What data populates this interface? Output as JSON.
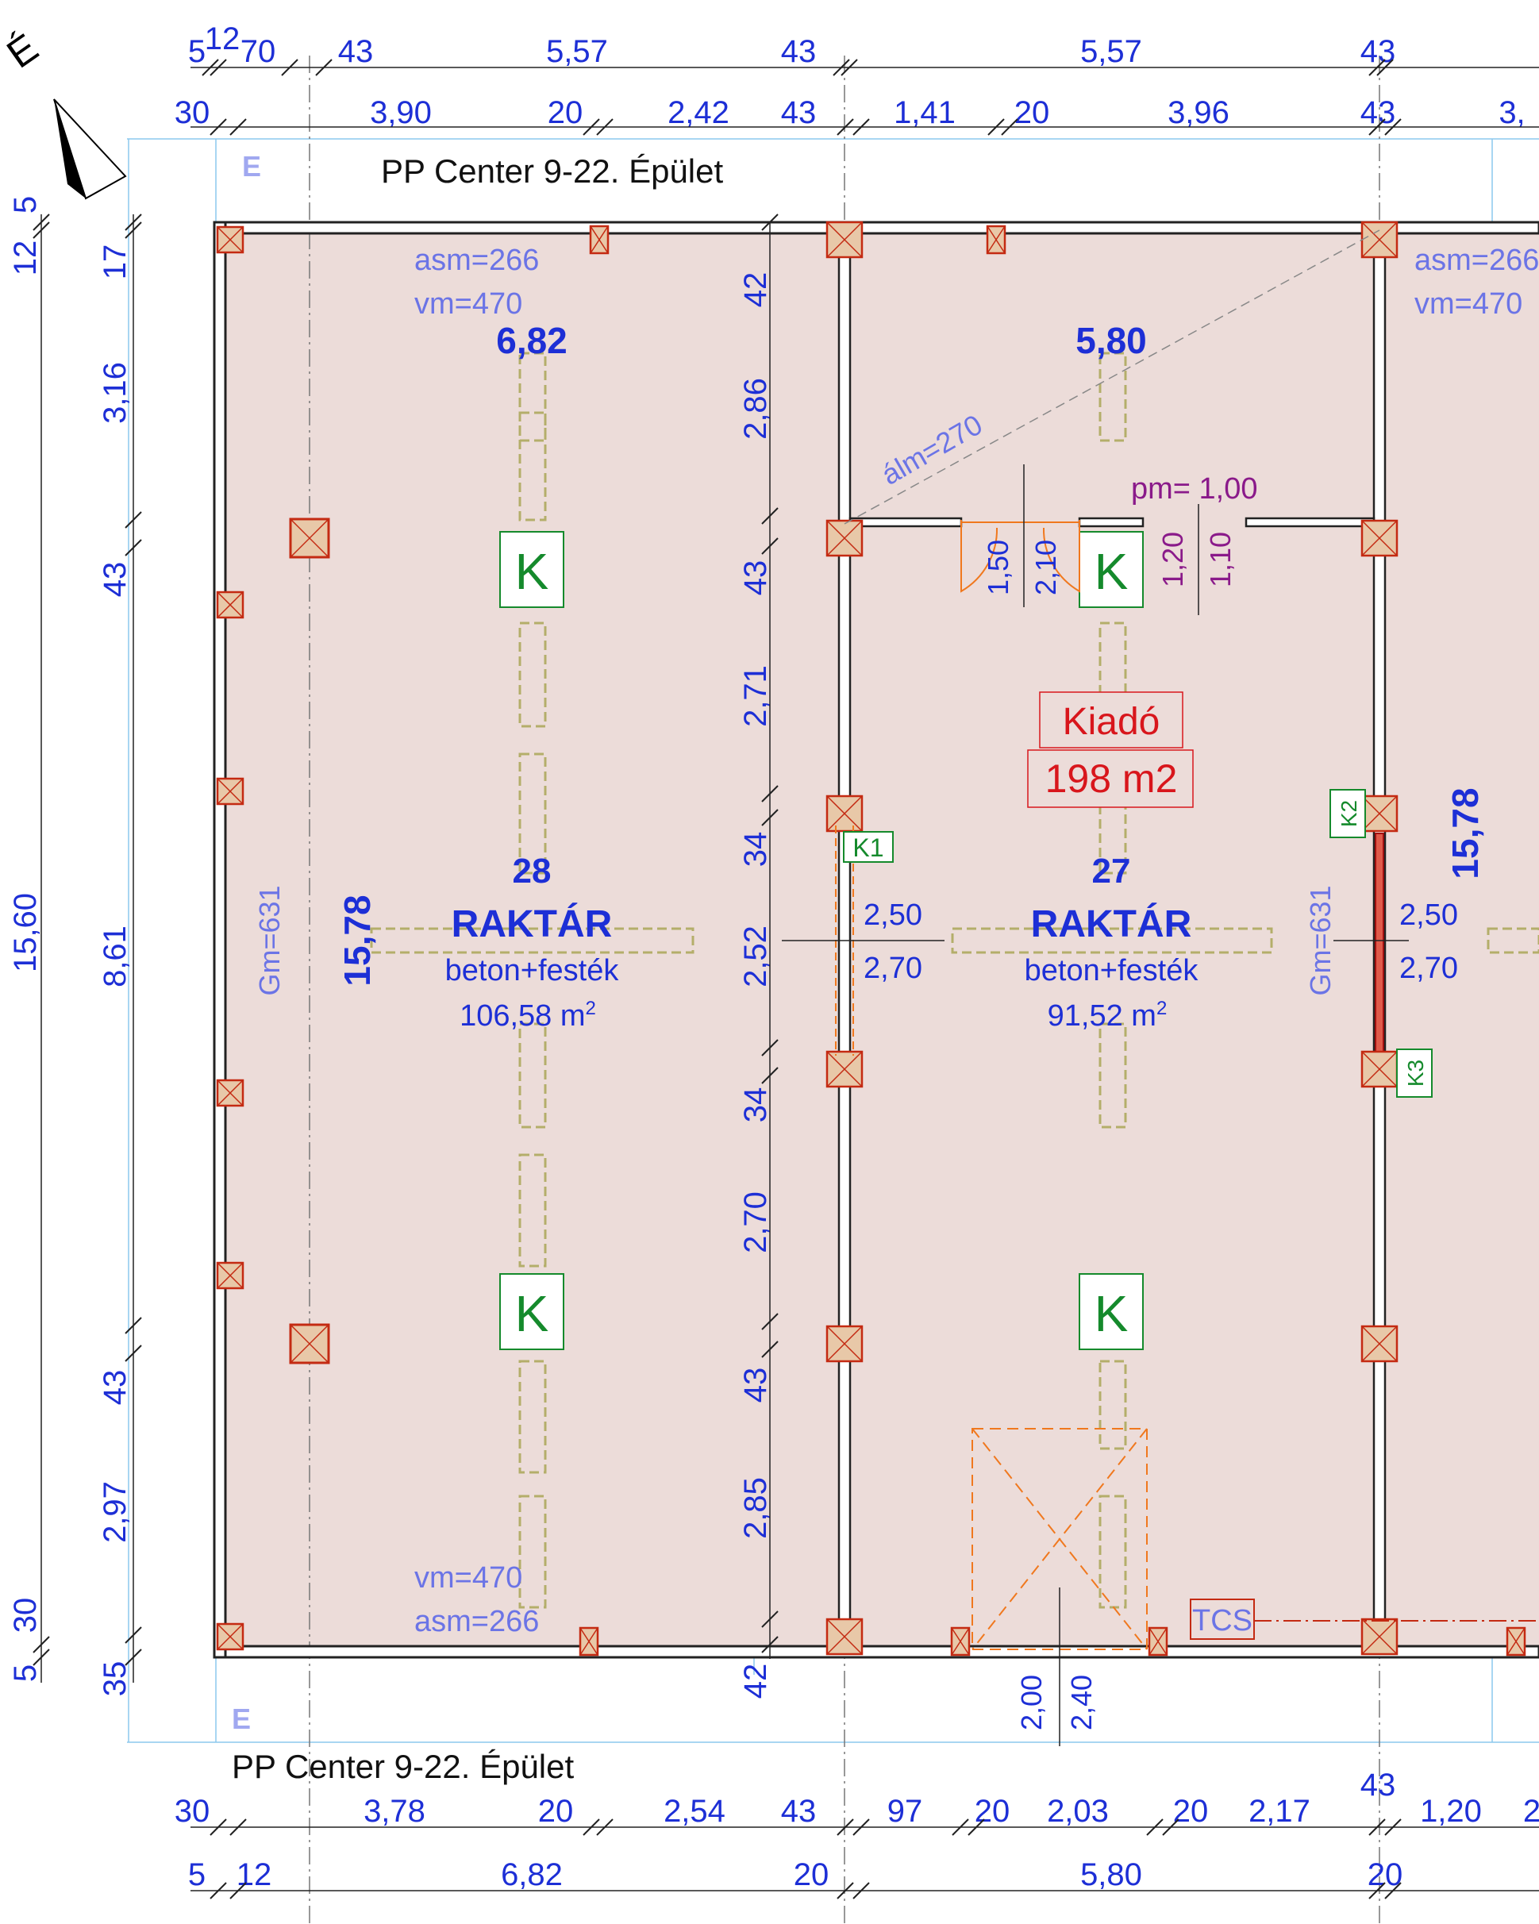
{
  "building_label": "PP Center 9-22. Épület",
  "north_label": "É",
  "elevation_marker": "E",
  "rooms": [
    {
      "number": "28",
      "name": "RAKTÁR",
      "finish": "beton+festék",
      "area_value": "106,58 m",
      "area_sup": "2",
      "width_dim": "6,82",
      "depth_dim": "15,78",
      "gm": "Gm=631",
      "labels_top": [
        "asm=266",
        "vm=470"
      ],
      "labels_bottom": [
        "vm=470",
        "asm=266"
      ]
    },
    {
      "number": "27",
      "name": "RAKTÁR",
      "finish": "beton+festék",
      "area_value": "91,52 m",
      "area_sup": "2",
      "width_dim": "5,80",
      "depth_dim": "15,78",
      "gm": "Gm=631",
      "labels_top": [
        "asm=266",
        "vm=470"
      ],
      "labels_bottom": []
    }
  ],
  "rental": {
    "status": "Kiadó",
    "area": "198 m2"
  },
  "ceiling_label": "álm=270",
  "parapet_label": "pm= 1,00",
  "fixture_symbol": "K",
  "tags": {
    "k1": "K1",
    "k2": "K2",
    "k3": "K3",
    "tcs": "TCS"
  },
  "openings": {
    "door1": [
      "2,50",
      "2,70"
    ],
    "door2": [
      "2,50",
      "2,70"
    ],
    "door3_w": "1,50",
    "door3_h": "2,10",
    "window_w": "1,20",
    "window_h": "1,10",
    "gate_w": "2,00",
    "gate_h": "2,40"
  },
  "dims_top_outer": [
    "5",
    "12",
    "70",
    "43",
    "5,57",
    "43",
    "5,57",
    "43"
  ],
  "dims_top_inner": [
    "30",
    "3,90",
    "20",
    "2,42",
    "43",
    "1,41",
    "20",
    "3,96",
    "43",
    "3,"
  ],
  "dims_bottom_inner": [
    "30",
    "3,78",
    "20",
    "2,54",
    "43",
    "97",
    "20",
    "2,03",
    "20",
    "2,17",
    "43",
    "1,20",
    "2"
  ],
  "dims_bottom_outer": [
    "5",
    "12",
    "6,82",
    "20",
    "5,80",
    "20"
  ],
  "dims_left_outer": [
    "12",
    "5",
    "15,60",
    "30",
    "5"
  ],
  "dims_left_inner": [
    "17",
    "3,16",
    "43",
    "8,61",
    "43",
    "2,97",
    "35"
  ],
  "dims_mid_vertical": [
    "42",
    "2,86",
    "43",
    "2,71",
    "34",
    "2,52",
    "34",
    "2,70",
    "43",
    "2,85",
    "42"
  ],
  "colors": {
    "room_fill": "#ecdcd9",
    "dimension_blue": "#1d2fd6",
    "light_blue": "#6b74e6",
    "column_fill": "#e8c8a8",
    "column_stroke": "#c42a12",
    "fixture_green": "#158a2c",
    "rental_red": "#d8161c",
    "purple": "#8a1a8a",
    "door_orange": "#f0781e"
  }
}
